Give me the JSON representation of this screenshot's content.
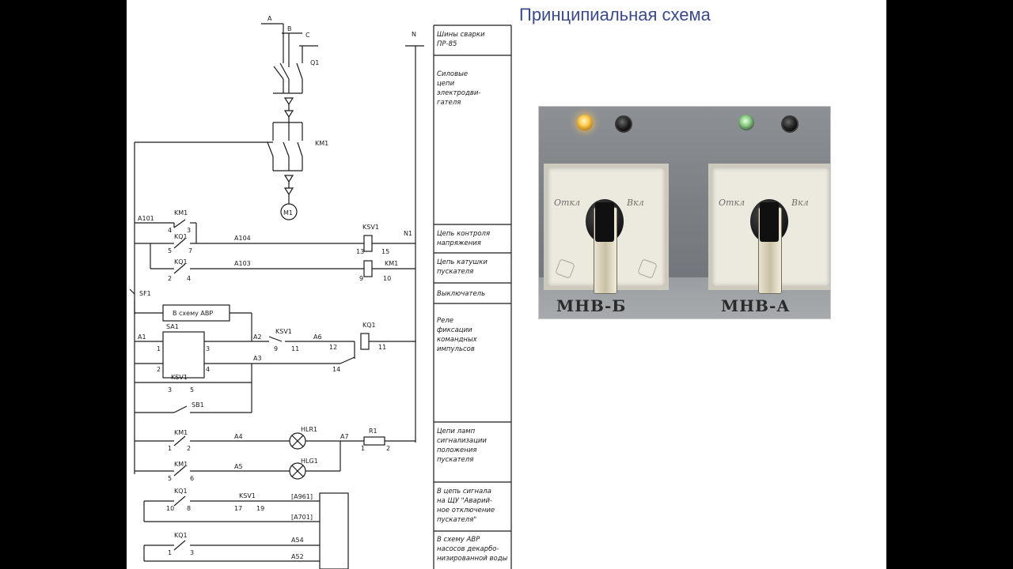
{
  "title": "Принципиальная схема",
  "phases": {
    "a": "A",
    "b": "B",
    "c": "C",
    "n": "N"
  },
  "components": {
    "q1": "Q1",
    "km1": "KM1",
    "m1": "M1",
    "ksv1": "KSV1",
    "kq1": "KQ1",
    "sf1": "SF1",
    "sa1": "SA1",
    "sb1": "SB1",
    "hlr1": "HLR1",
    "hlg1": "HLG1",
    "r1": "R1",
    "avr_box": "В схему АВР"
  },
  "wires": {
    "a101": "A101",
    "a104": "A104",
    "a103": "A103",
    "n1": "N1",
    "a1": "A1",
    "a2": "A2",
    "a3": "A3",
    "a6": "A6",
    "a4": "A4",
    "a5": "A5",
    "a7": "A7",
    "a961": "[A961]",
    "a701": "[A701]",
    "a54": "A54",
    "a52": "A52"
  },
  "terminals": {
    "t4": "4",
    "t3": "3",
    "t5": "5",
    "t7": "7",
    "t2": "2",
    "t4b": "4",
    "t13": "13",
    "t15": "15",
    "t9": "9",
    "t10": "10",
    "t1": "1",
    "t3b": "3",
    "t2b": "2",
    "t4c": "4",
    "t9b": "9",
    "t11": "11",
    "t12": "12",
    "t11b": "11",
    "t14": "14",
    "t3c": "3",
    "t5b": "5",
    "t1b": "1",
    "t2c": "2",
    "t5c": "5",
    "t6": "6",
    "t1c": "1",
    "t2d": "2",
    "t10b": "10",
    "t8": "8",
    "t17": "17",
    "t19": "19",
    "t1d": "1",
    "t3d": "3"
  },
  "descriptions": [
    [
      "Шины сварки",
      "ПР-85"
    ],
    [
      "Силовые",
      "цепи",
      "электродви-",
      "гателя"
    ],
    [
      "Цепь контроля",
      "напряжения"
    ],
    [
      "Цепь катушки",
      "пускателя"
    ],
    [
      "Выключатель"
    ],
    [
      "Реле",
      "фиксации",
      "командных",
      "импульсов"
    ],
    [
      "Цепи ламп",
      "сигнализации",
      "положения",
      "пускателя"
    ],
    [
      "В цепь сигнала",
      "на ЩУ \"Аварий-",
      "ное отключение",
      "пускателя\""
    ],
    [
      "В схему АВР",
      "насосов декарбо-",
      "низированной воды"
    ]
  ],
  "photo": {
    "left_switch": {
      "off_label": "Откл",
      "on_label": "Вкл",
      "caption": "МНВ-Б"
    },
    "right_switch": {
      "off_label": "Откл",
      "on_label": "Вкл",
      "caption": "МНВ-А"
    }
  },
  "colors": {
    "title": "#3b4a8a",
    "line": "#1a1a1a",
    "lamp_amber": "#ffcf57"
  }
}
